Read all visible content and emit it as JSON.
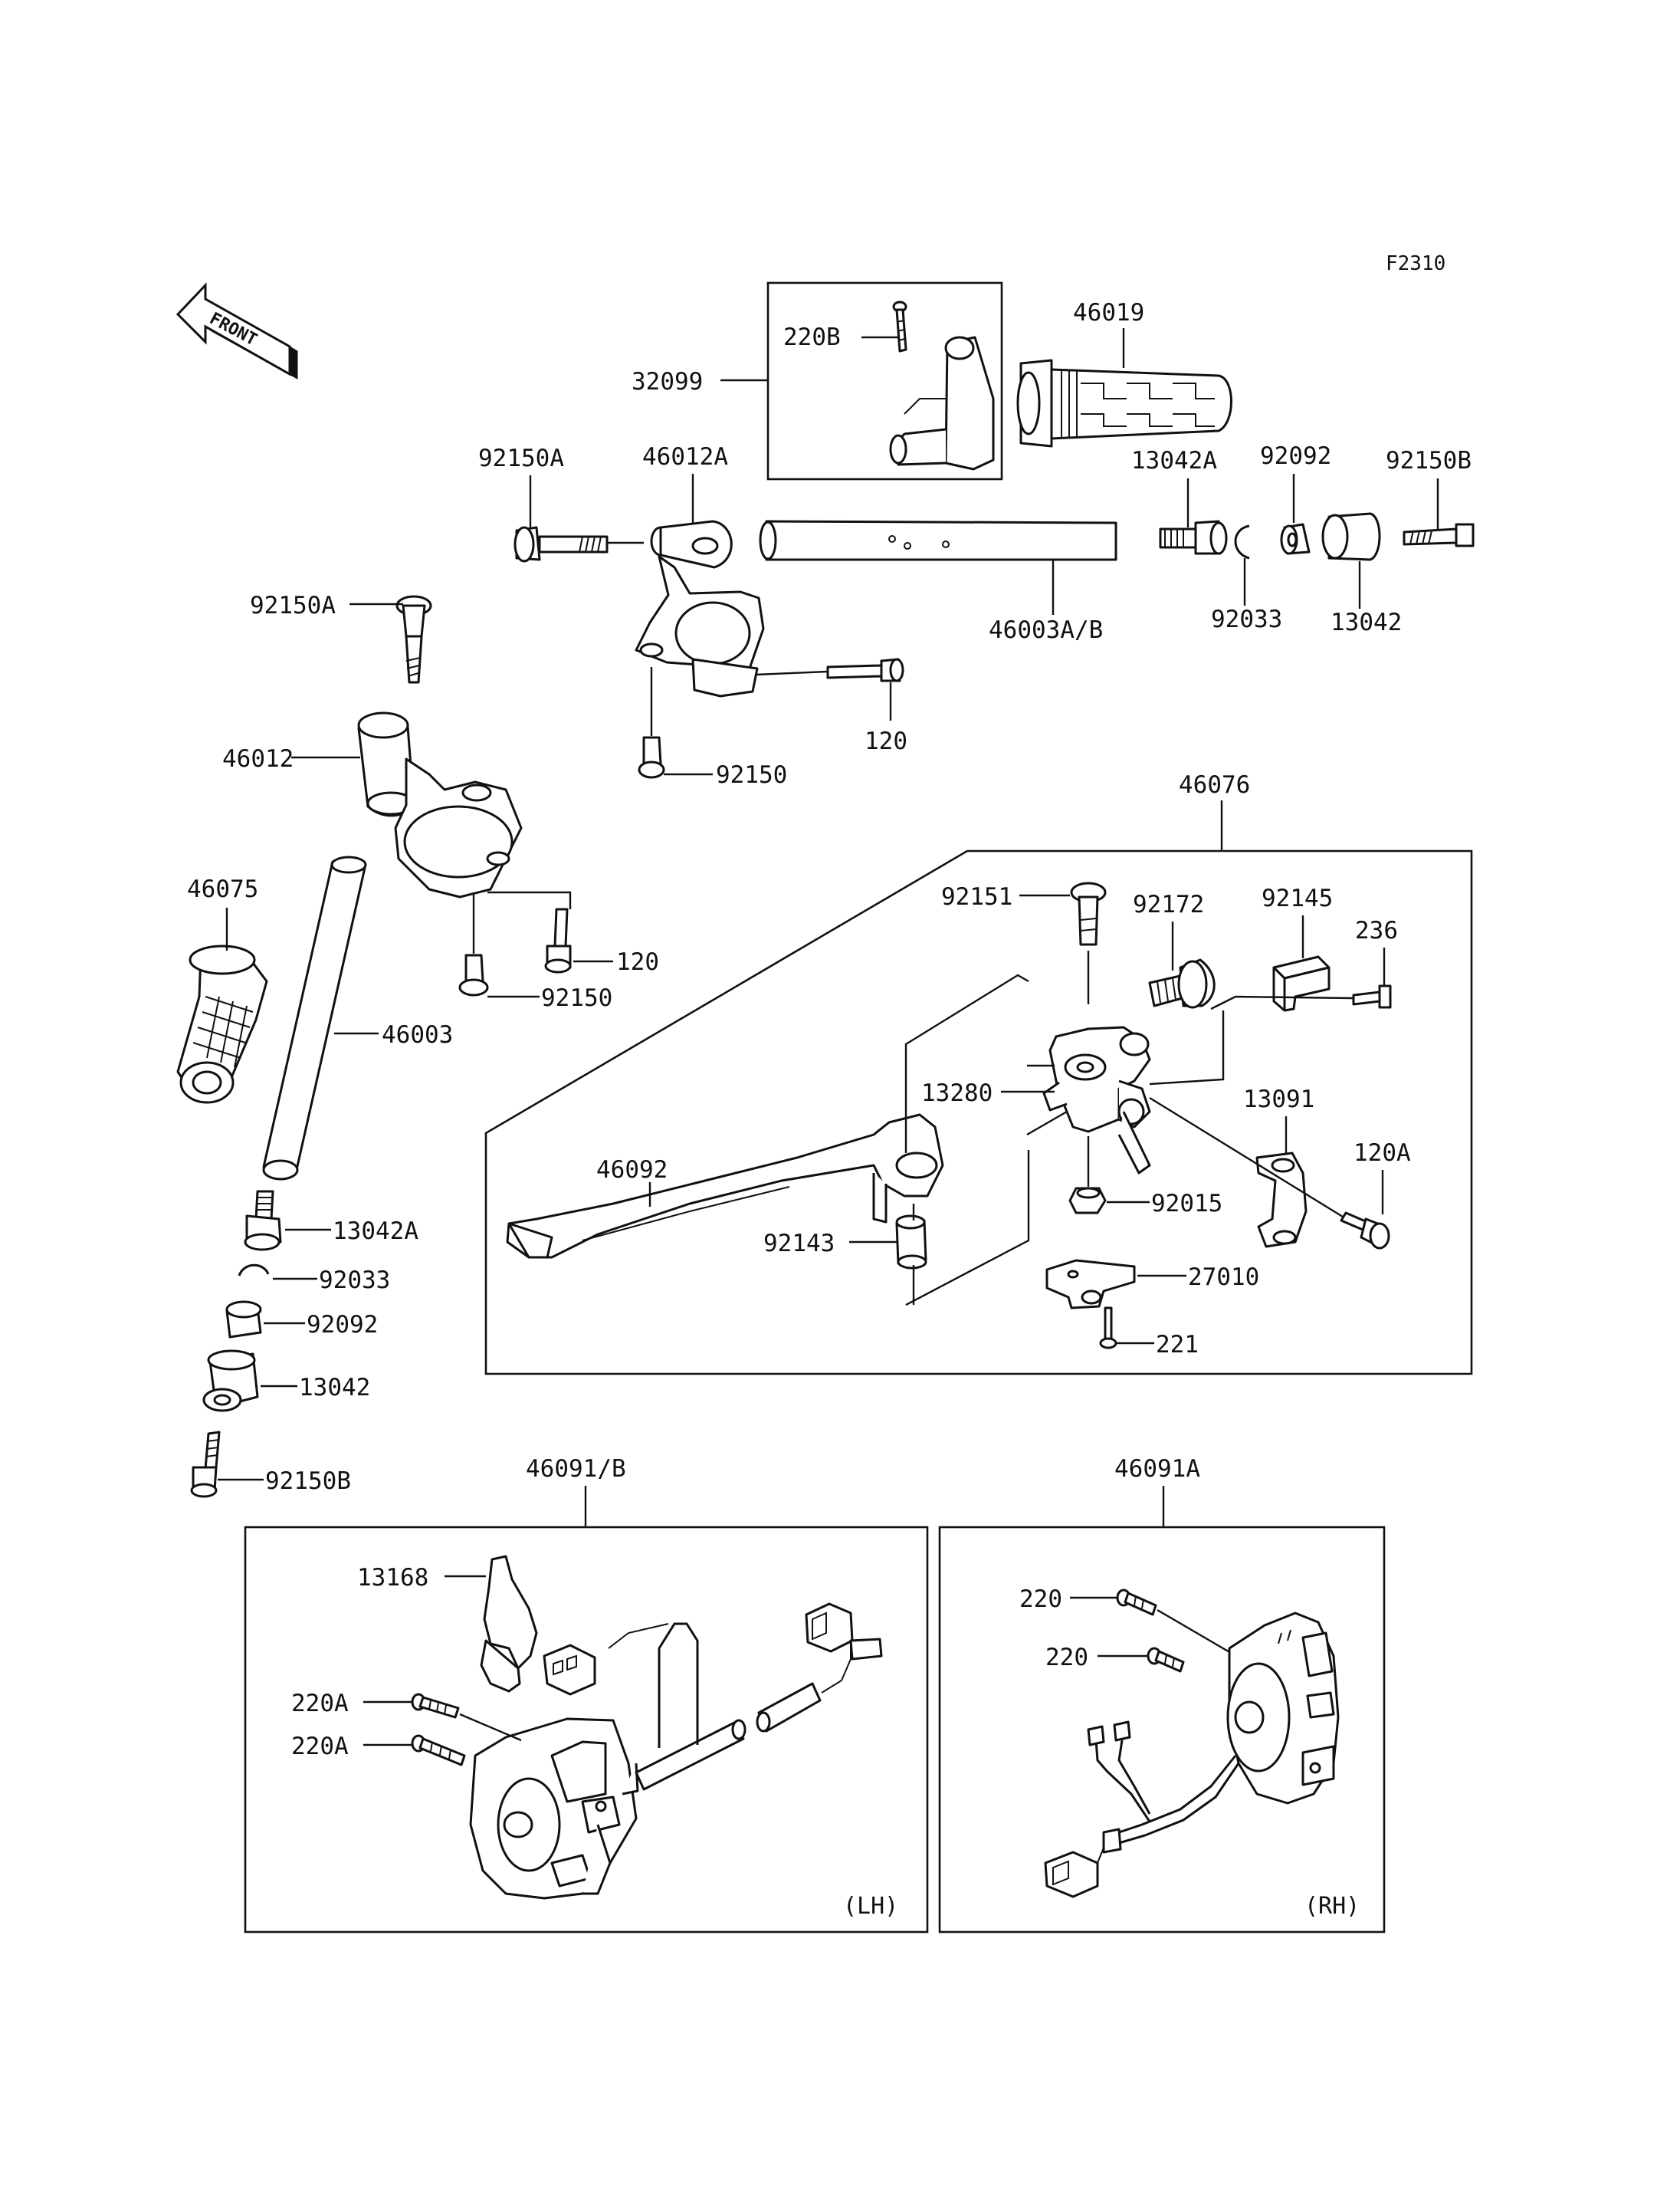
{
  "figure_code": "F2310",
  "front_label": "FRONT",
  "side_labels": {
    "lh": "(LH)",
    "rh": "(RH)"
  },
  "part_labels": {
    "p220B": "220B",
    "p32099": "32099",
    "p46019": "46019",
    "p92150A_top": "92150A",
    "p46012A": "46012A",
    "p13042A_top": "13042A",
    "p92092_top": "92092",
    "p92150B_top": "92150B",
    "p46003AB": "46003A/B",
    "p92033_top": "92033",
    "p13042_top": "13042",
    "p120_top": "120",
    "p92150_top": "92150",
    "p92150A_left": "92150A",
    "p46012": "46012",
    "p46075": "46075",
    "p120_left": "120",
    "p92150_left": "92150",
    "p46003": "46003",
    "p13042A_left": "13042A",
    "p92033_left": "92033",
    "p92092_left": "92092",
    "p13042_left": "13042",
    "p92150B_left": "92150B",
    "p46076": "46076",
    "p92151": "92151",
    "p92172": "92172",
    "p92145": "92145",
    "p236": "236",
    "p13280": "13280",
    "p13091": "13091",
    "p120A": "120A",
    "p46092": "46092",
    "p92015": "92015",
    "p92143": "92143",
    "p27010": "27010",
    "p221": "221",
    "p46091B": "46091/B",
    "p46091A": "46091A",
    "p13168": "13168",
    "p220A_1": "220A",
    "p220A_2": "220A",
    "p220_1": "220",
    "p220_2": "220"
  }
}
